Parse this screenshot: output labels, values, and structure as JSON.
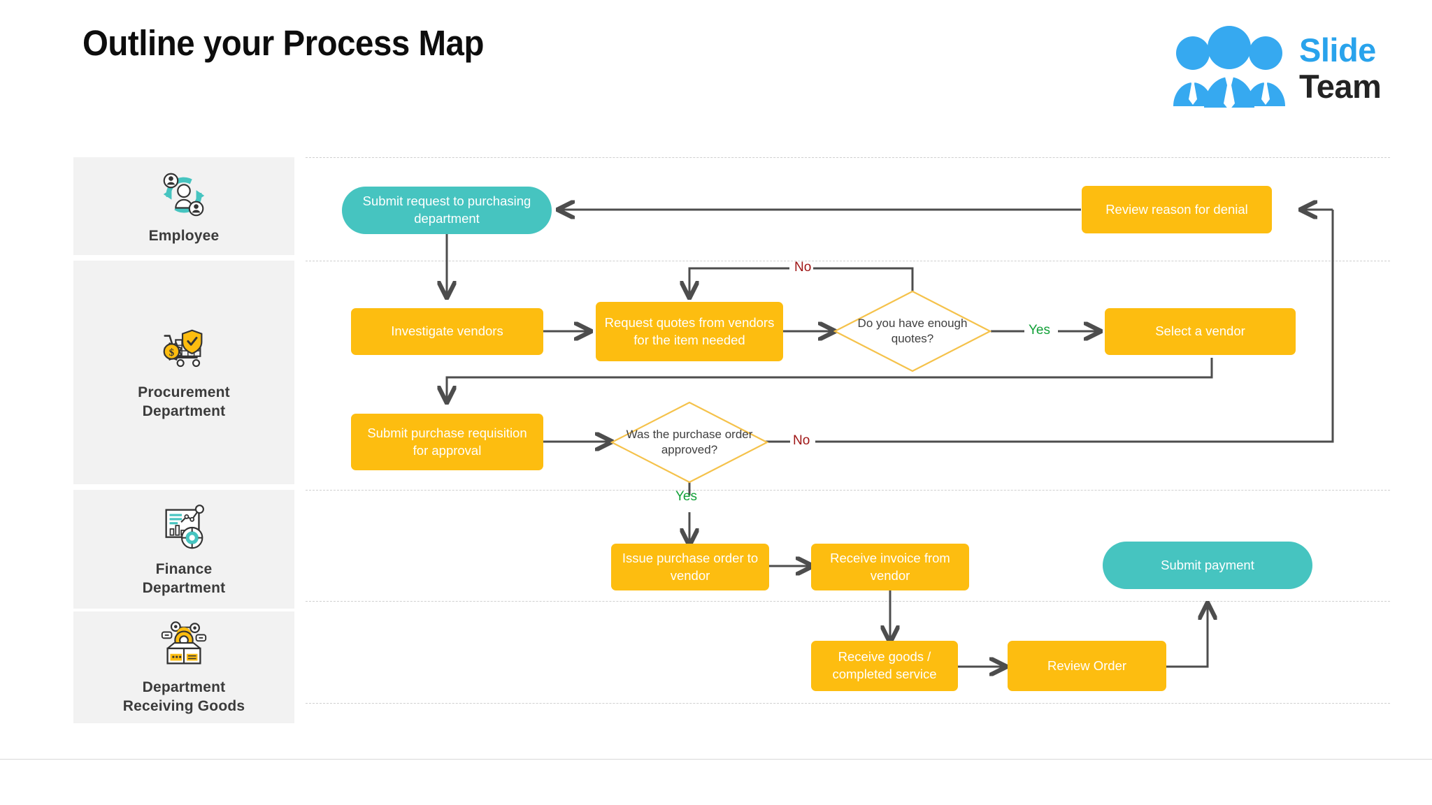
{
  "header": {
    "title": "Outline your Process Map",
    "logo": {
      "icon": "three-people-team-icon",
      "word_primary": "Slide",
      "word_secondary": "Team",
      "primary_color": "#29a3ec",
      "secondary_color": "#232323"
    }
  },
  "palette": {
    "process_fill": "#FDBD10",
    "terminator_fill": "#46C4C0",
    "decision_stroke": "#F5C24B",
    "decision_fill": "#FFFFFF",
    "connector": "#4d4d4d",
    "lane_band": "#F2F2F2",
    "lane_divider": "#CFCFCF",
    "yes_color": "#12a038",
    "no_color": "#9e1414"
  },
  "lanes": [
    {
      "id": "employee",
      "label": "Employee",
      "icon": "people-cycle-icon"
    },
    {
      "id": "procurement",
      "label": "Procurement\nDepartment",
      "icon": "cart-shield-dollar-icon"
    },
    {
      "id": "finance",
      "label": "Finance\nDepartment",
      "icon": "analytics-chart-icon"
    },
    {
      "id": "receiving",
      "label": "Department\nReceiving Goods",
      "icon": "open-box-gear-icon"
    }
  ],
  "nodes": [
    {
      "id": "submit-request",
      "type": "terminator",
      "label": "Submit request to purchasing department",
      "lane": "employee"
    },
    {
      "id": "review-denial",
      "type": "process",
      "label": "Review reason for denial",
      "lane": "employee"
    },
    {
      "id": "investigate",
      "type": "process",
      "label": "Investigate vendors",
      "lane": "procurement"
    },
    {
      "id": "request-quotes",
      "type": "process",
      "label": "Request quotes from vendors for the item needed",
      "lane": "procurement"
    },
    {
      "id": "enough-quotes",
      "type": "decision",
      "label": "Do you have enough quotes?",
      "lane": "procurement"
    },
    {
      "id": "select-vendor",
      "type": "process",
      "label": "Select a vendor",
      "lane": "procurement"
    },
    {
      "id": "submit-requisition",
      "type": "process",
      "label": "Submit purchase requisition for approval",
      "lane": "procurement"
    },
    {
      "id": "po-approved",
      "type": "decision",
      "label": "Was the purchase order approved?",
      "lane": "procurement"
    },
    {
      "id": "issue-po",
      "type": "process",
      "label": "Issue purchase order to vendor",
      "lane": "finance"
    },
    {
      "id": "receive-invoice",
      "type": "process",
      "label": "Receive invoice from vendor",
      "lane": "finance"
    },
    {
      "id": "submit-payment",
      "type": "terminator",
      "label": "Submit payment",
      "lane": "finance"
    },
    {
      "id": "receive-goods",
      "type": "process",
      "label": "Receive goods / completed service",
      "lane": "receiving"
    },
    {
      "id": "review-order",
      "type": "process",
      "label": "Review Order",
      "lane": "receiving"
    }
  ],
  "edge_labels": [
    {
      "id": "quotes-no",
      "text": "No",
      "kind": "no"
    },
    {
      "id": "quotes-yes",
      "text": "Yes",
      "kind": "yes"
    },
    {
      "id": "po-no",
      "text": "No",
      "kind": "no"
    },
    {
      "id": "po-yes",
      "text": "Yes",
      "kind": "yes"
    }
  ]
}
